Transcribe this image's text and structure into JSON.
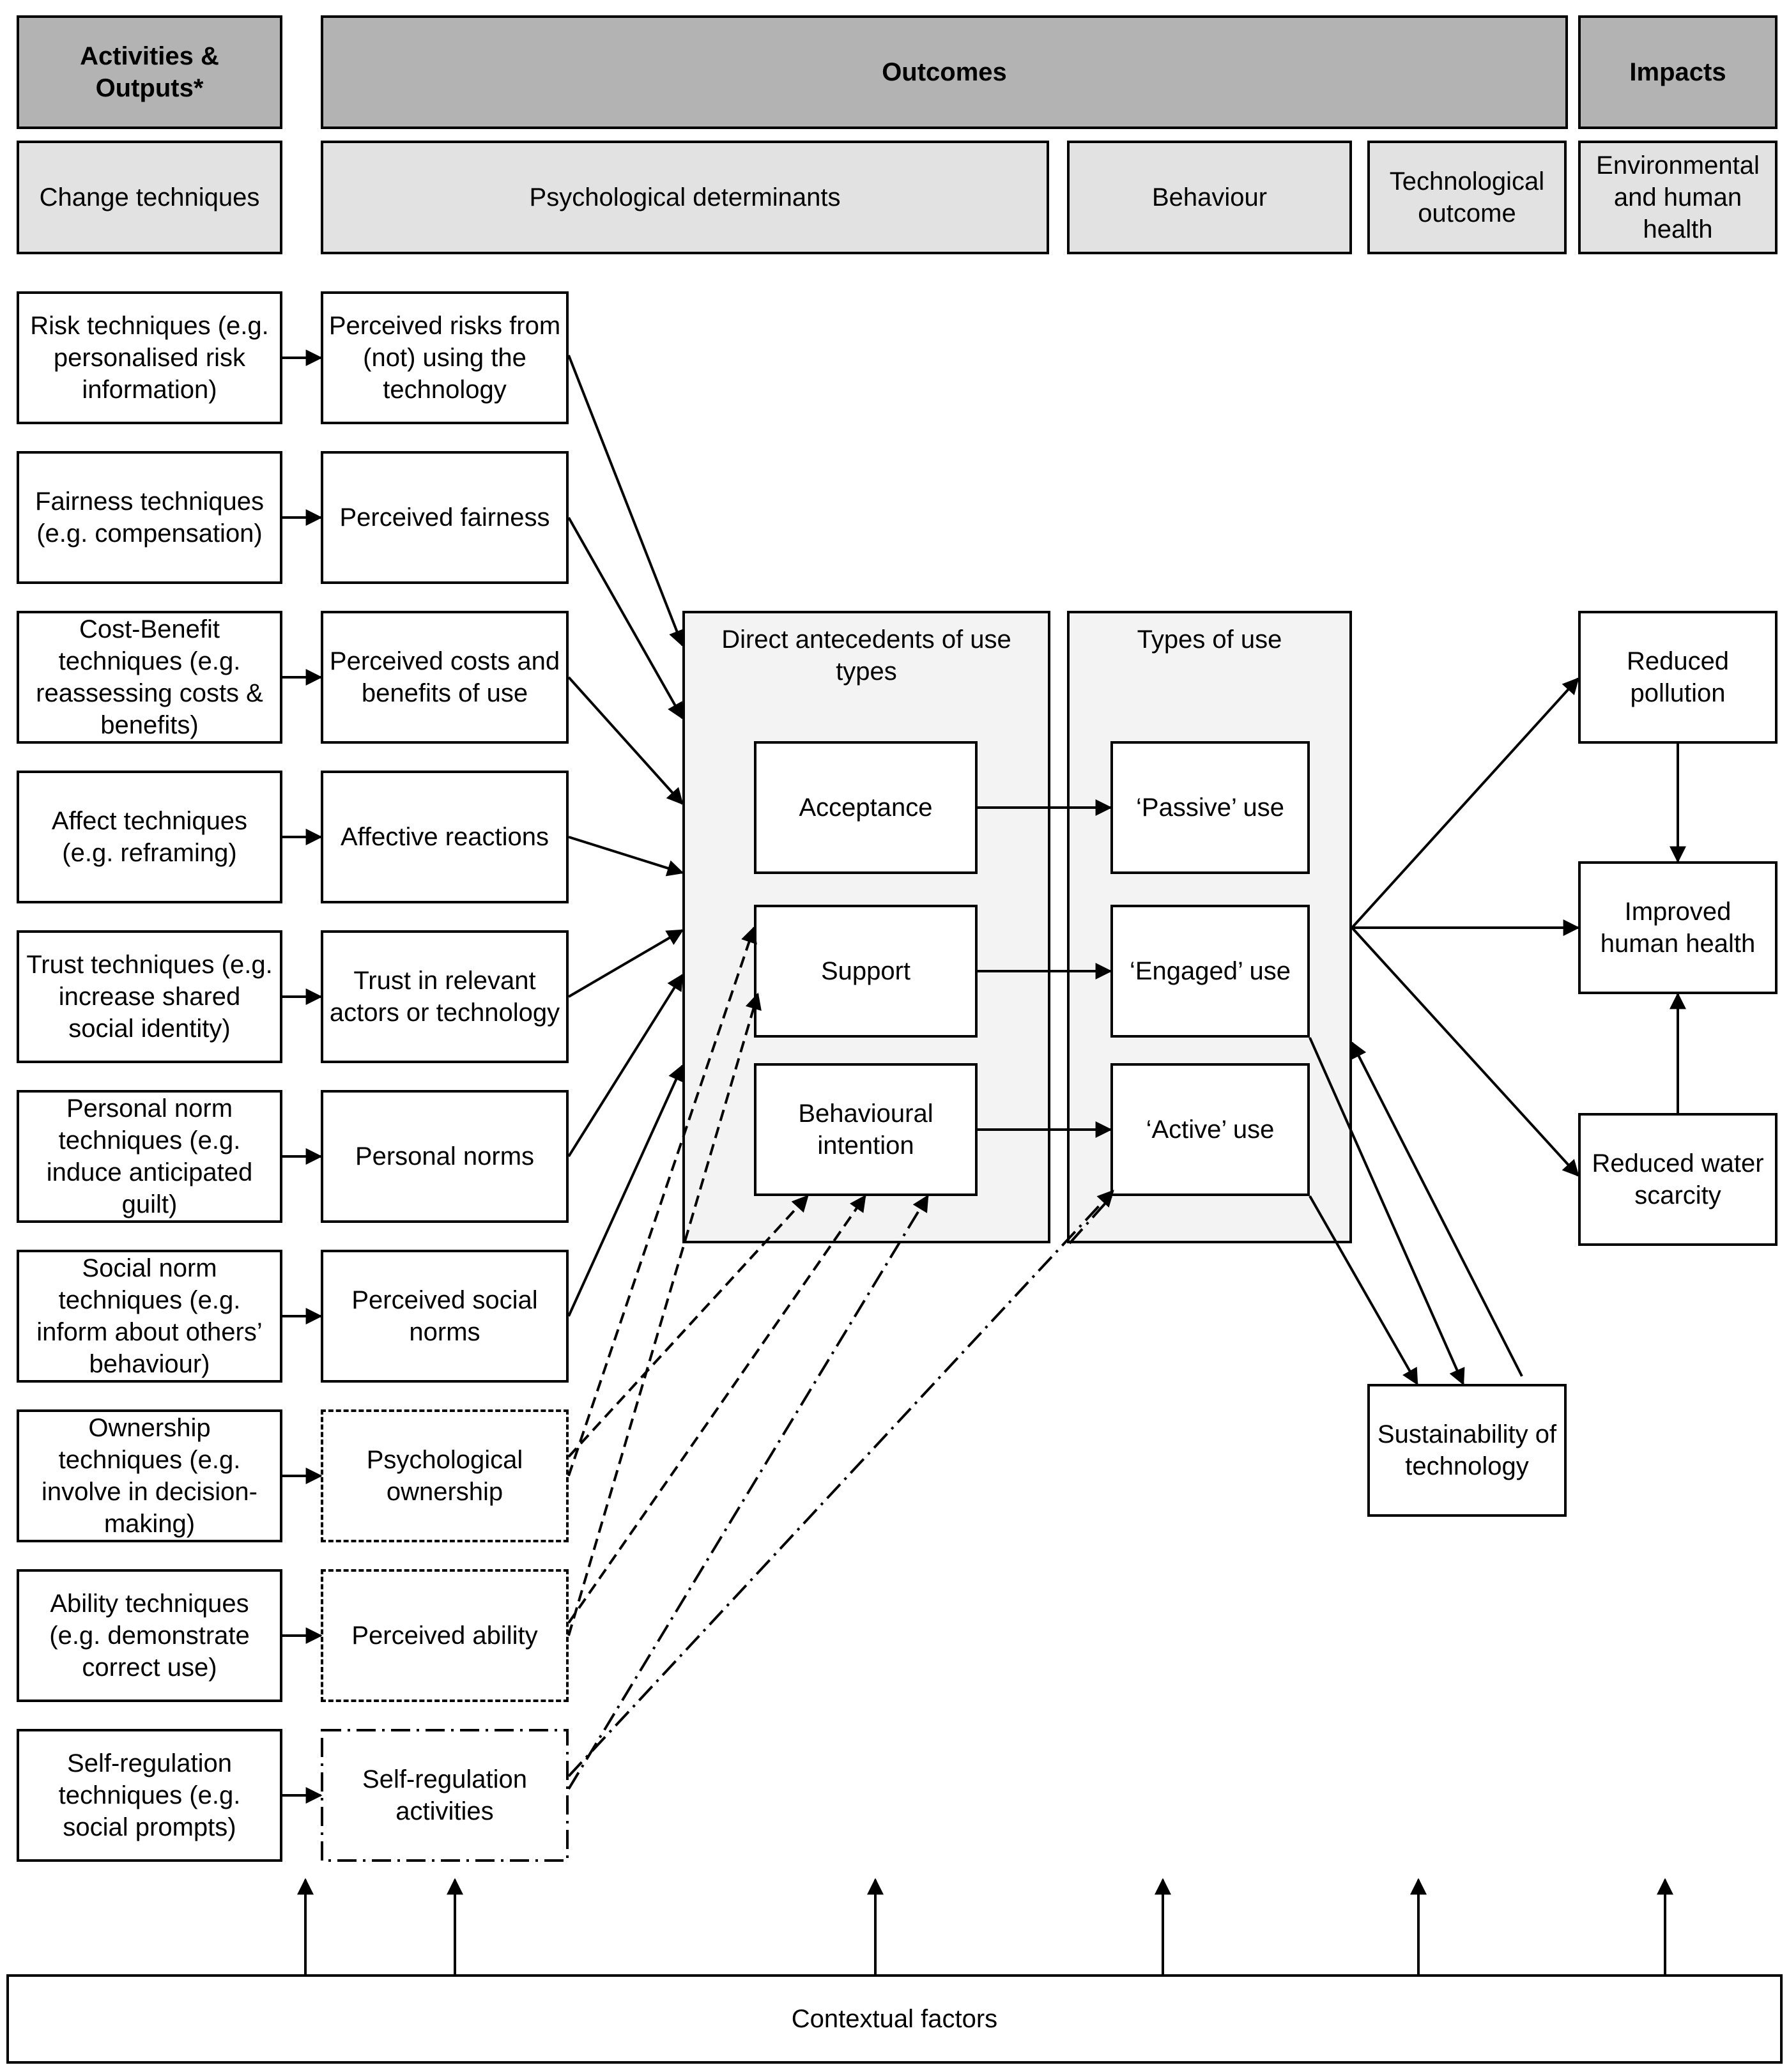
{
  "headers": {
    "activities": "Activities & Outputs*",
    "outcomes": "Outcomes",
    "impacts": "Impacts"
  },
  "subheaders": {
    "change_techniques": "Change techniques",
    "psychological_determinants": "Psychological determinants",
    "behaviour": "Behaviour",
    "technological_outcome": "Technological outcome",
    "environmental_human_health": "Environmental and human health"
  },
  "techniques": [
    "Risk techniques (e.g. personalised risk information)",
    "Fairness techniques (e.g. compensation)",
    "Cost-Benefit techniques (e.g. reassessing costs & benefits)",
    "Affect techniques (e.g. reframing)",
    "Trust techniques (e.g. increase shared social identity)",
    "Personal norm techniques (e.g. induce anticipated guilt)",
    "Social norm techniques (e.g. inform about others’ behaviour)",
    "Ownership techniques (e.g. involve in decision-making)",
    "Ability techniques (e.g. demonstrate correct use)",
    "Self-regulation techniques (e.g. social prompts)"
  ],
  "determinants": [
    "Perceived risks from (not) using the technology",
    "Perceived fairness",
    "Perceived costs and benefits of use",
    "Affective reactions",
    "Trust in relevant actors or technology",
    "Personal norms",
    "Perceived social norms",
    "Psychological ownership",
    "Perceived ability",
    "Self-regulation activities"
  ],
  "antecedents": {
    "title": "Direct antecedents of use types",
    "acceptance": "Acceptance",
    "support": "Support",
    "behavioural_intention": "Behavioural intention"
  },
  "use_types": {
    "title": "Types of use",
    "passive": "‘Passive’ use",
    "engaged": "‘Engaged’ use",
    "active": "‘Active’ use"
  },
  "sustainability": "Sustainability of technology",
  "impacts": {
    "reduced_pollution": "Reduced pollution",
    "improved_health": "Improved human health",
    "reduced_water_scarcity": "Reduced water scarcity"
  },
  "contextual_factors": "Contextual factors"
}
